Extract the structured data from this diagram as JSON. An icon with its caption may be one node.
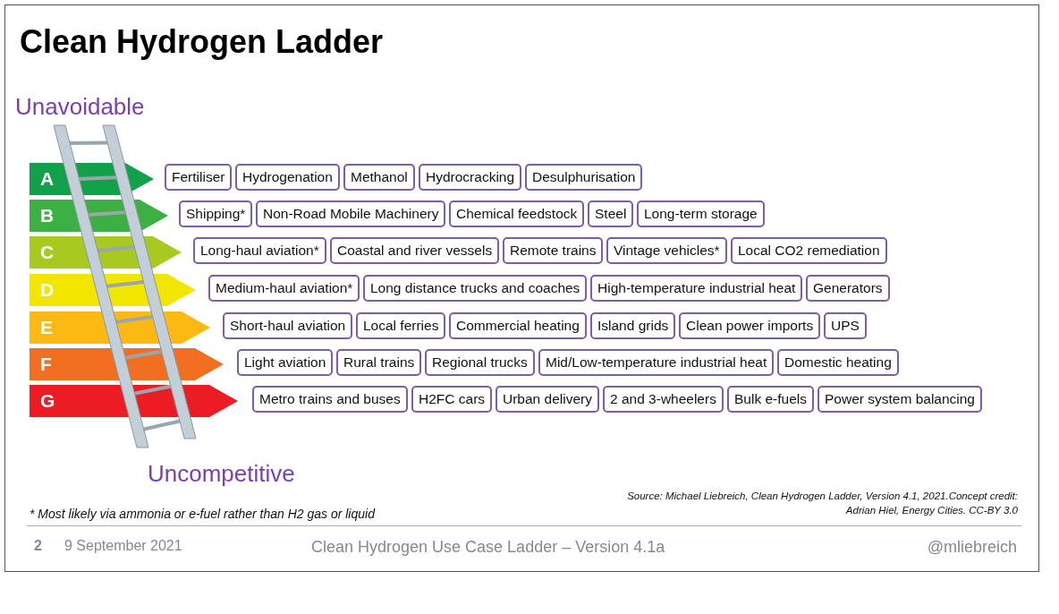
{
  "diagram": {
    "title": "Clean Hydrogen Ladder",
    "nodes": [
      {
        "text": [
          "A"
        ]
      },
      {
        "text": [
          "Fertiliser"
        ]
      },
      {
        "text": [
          "Hydrogenation"
        ]
      },
      {
        "text": [
          "Methanol"
        ]
      },
      {
        "text": [
          "Hydrocracking"
        ]
      },
      {
        "text": [
          "Desulphurisation"
        ]
      },
      {
        "text": [
          "B"
        ]
      },
      {
        "text": [
          "Shipping*"
        ]
      },
      {
        "text": [
          "Non-Road Mobile Machinery"
        ]
      },
      {
        "text": [
          "Chemical feedstock"
        ]
      },
      {
        "text": [
          "Steel"
        ]
      },
      {
        "text": [
          "Long-term storage"
        ]
      },
      {
        "text": [
          "C"
        ]
      },
      {
        "text": [
          "Long-haul aviation*"
        ]
      },
      {
        "text": [
          "Coastal and river vessels"
        ]
      },
      {
        "text": [
          "Remote trains"
        ]
      },
      {
        "text": [
          "Vintage vehicles*"
        ]
      },
      {
        "text": [
          "Local CO2 remediation"
        ]
      },
      {
        "text": [
          "D"
        ]
      },
      {
        "text": [
          "Medium-haul aviation*"
        ]
      },
      {
        "text": [
          "Long distance trucks and coaches"
        ]
      },
      {
        "text": [
          "High-temperature industrial heat"
        ]
      },
      {
        "text": [
          "Generators"
        ]
      },
      {
        "text": [
          "E"
        ]
      },
      {
        "text": [
          "Short-haul aviation"
        ]
      },
      {
        "text": [
          "Local ferries"
        ]
      },
      {
        "text": [
          "Commercial heating"
        ]
      },
      {
        "text": [
          "Island grids"
        ]
      },
      {
        "text": [
          "Clean power imports"
        ]
      },
      {
        "text": [
          "UPS"
        ]
      },
      {
        "text": [
          "F"
        ]
      },
      {
        "text": [
          "Light aviation"
        ]
      },
      {
        "text": [
          "Rural trains"
        ]
      },
      {
        "text": [
          "Regional trucks"
        ]
      },
      {
        "text": [
          "Mid/Low-temperature industrial heat"
        ]
      },
      {
        "text": [
          "Domestic heating"
        ]
      },
      {
        "text": [
          "G"
        ]
      },
      {
        "text": [
          "Metro trains and buses"
        ]
      },
      {
        "text": [
          "H2FC cars"
        ]
      },
      {
        "text": [
          "Urban delivery"
        ]
      },
      {
        "text": [
          "2 and 3-wheelers"
        ]
      },
      {
        "text": [
          "Bulk e-fuels"
        ]
      },
      {
        "text": [
          "Power system balancing"
        ]
      }
    ],
    "labels": [
      "Unavoidable",
      "Uncompetitive",
      "* Most likely via ammonia or e-fuel rather than H2 gas or liquid",
      "Source: Michael Liebreich, Clean Hydrogen Ladder, Version 4.1, 2021.Concept credit: Adrian Hiel, Energy Cities. CC-BY 3.0",
      "2",
      "9 September 2021",
      "Clean Hydrogen Use Case Ladder – Version 4.1a",
      "@mliebreich"
    ]
  }
}
